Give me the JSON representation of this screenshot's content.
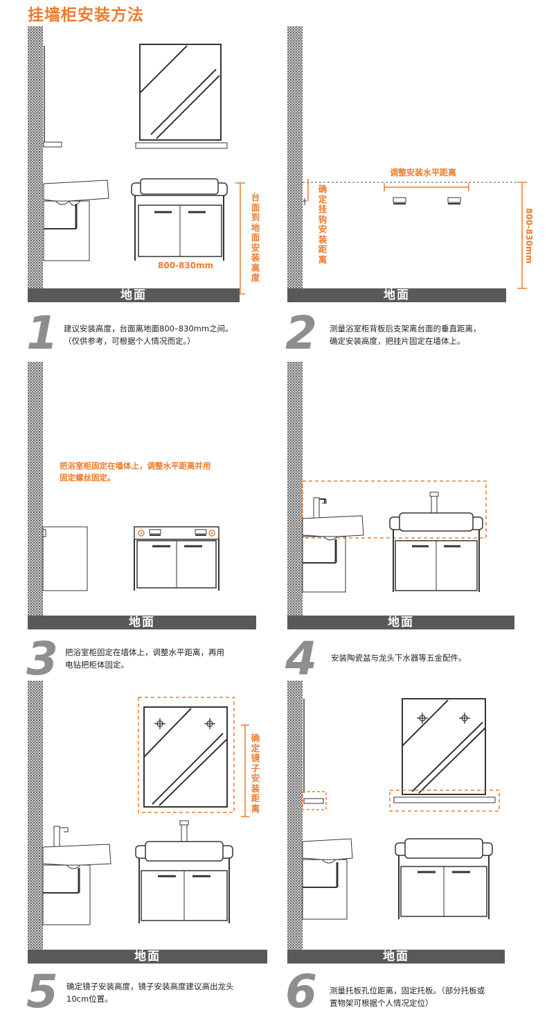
{
  "title": "挂墙柜安装方法",
  "floor_label": "地面",
  "panel1": {
    "vertical_label": "台面到地面安装高度",
    "height_label": "800-830mm"
  },
  "panel2": {
    "top_label": "调整安装水平距离",
    "vertical_label": "确定挂钩安装距离",
    "side_label": "800-830mm"
  },
  "panel3": {
    "note_line1": "把浴室柜固定在墙体上，调整水平距离并用",
    "note_line2": "固定螺丝固定。"
  },
  "panel5": {
    "vertical_label": "确定镜子安装距离"
  },
  "steps": [
    {
      "number": "1",
      "line1": "建议安装高度，台面离地面800–830mm之间。",
      "line2": "（仅供参考，可根据个人情况而定。）"
    },
    {
      "number": "2",
      "line1": "测量浴室柜背板后支架离台面的垂直距离，",
      "line2": "确定安装高度，把挂片固定在墙体上。"
    },
    {
      "number": "3",
      "line1": "把浴室柜固定在墙体上，调整水平距离，再用",
      "line2": "电钻把柜体固定。"
    },
    {
      "number": "4",
      "line1": "安装陶瓷盆与龙头下水器等五金配件。",
      "line2": ""
    },
    {
      "number": "5",
      "line1": "确定镜子安装高度，镜子安装高度建议高出龙头",
      "line2": "10cm位置。"
    },
    {
      "number": "6",
      "line1": "测量托板孔位距离，固定托板。（部分托板或",
      "line2": "置物架可根据个人情况定位）"
    }
  ],
  "colors": {
    "accent": "#ee7a2c",
    "floor": "#58595b",
    "line": "#333333",
    "step_number": "#8e8e8e"
  }
}
